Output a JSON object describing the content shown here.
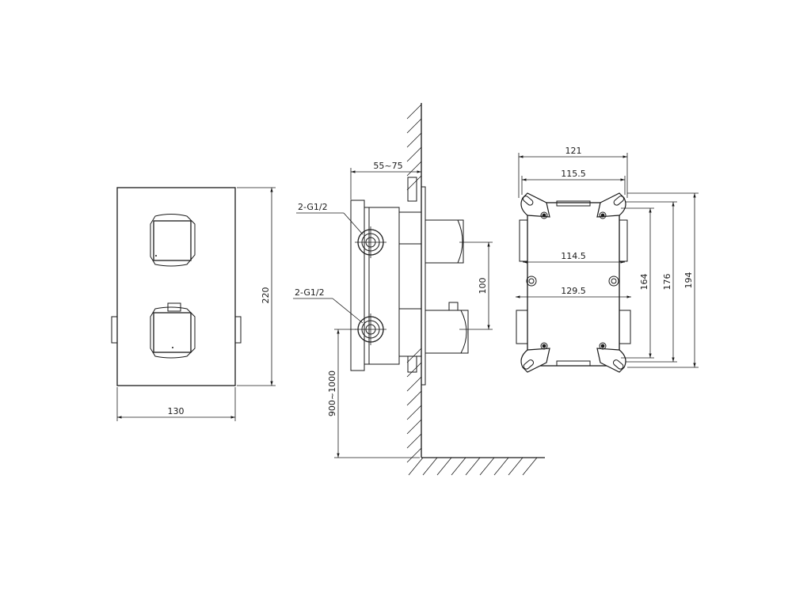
{
  "front_view": {
    "width_label": "130",
    "height_label": "220"
  },
  "side_view": {
    "depth_label": "55~75",
    "inlet_top_label": "2-G1/2",
    "inlet_bottom_label": "2-G1/2",
    "spacing_label": "100",
    "install_height_label": "900~1000"
  },
  "box_view": {
    "width_121": "121",
    "width_115_5": "115.5",
    "width_114_5": "114.5",
    "width_129_5": "129.5",
    "height_164": "164",
    "height_176": "176",
    "height_194": "194"
  }
}
